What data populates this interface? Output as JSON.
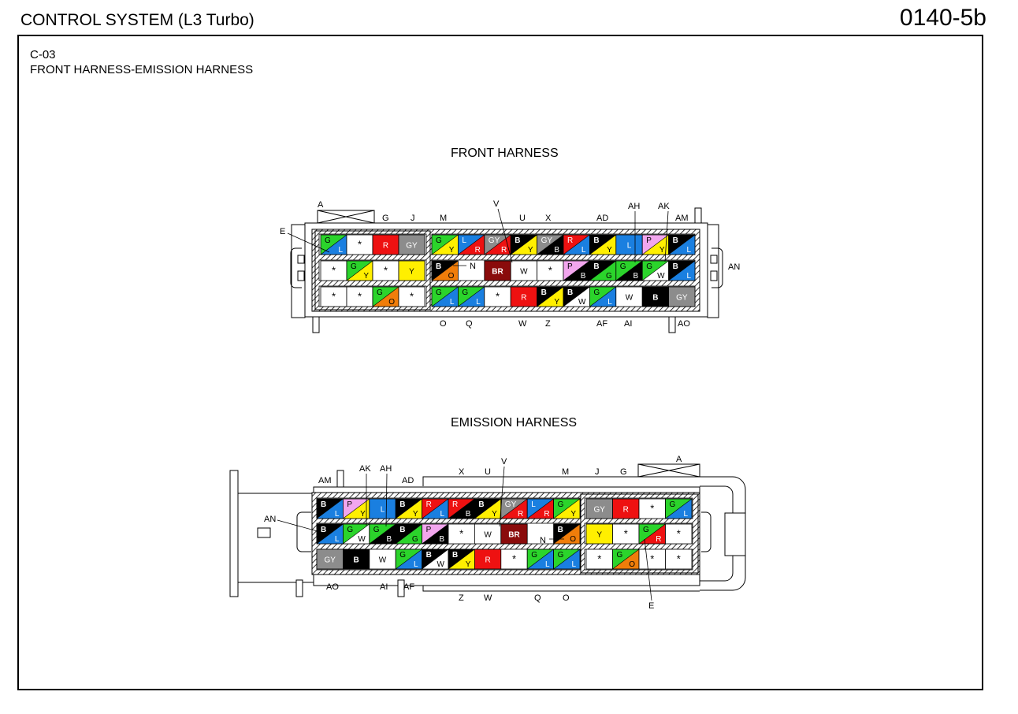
{
  "header": {
    "title": "CONTROL SYSTEM (L3 Turbo)",
    "code": "0140-5b"
  },
  "connector": {
    "id": "C-03",
    "name": "FRONT HARNESS-EMISSION HARNESS"
  },
  "colors": {
    "G": "#2bd42b",
    "L": "#1a7fe0",
    "R": "#ee1111",
    "GY": "#8c8c8c",
    "Y": "#ffef00",
    "B": "#000000",
    "O": "#f07d0a",
    "P": "#f2a6ee",
    "W": "#ffffff",
    "BR": "#8a0b0b",
    "*": "#ffffff"
  },
  "front": {
    "title": "FRONT HARNESS",
    "top_labels": [
      "A",
      "G",
      "J",
      "M",
      "V",
      "U",
      "X",
      "AD",
      "AH",
      "AK",
      "AM"
    ],
    "left_labels": [
      "E"
    ],
    "mid_labels": [
      "N"
    ],
    "right_labels": [
      "AN"
    ],
    "bottom_labels": [
      "O",
      "Q",
      "W",
      "Z",
      "AF",
      "AI",
      "AO"
    ],
    "left_block": [
      [
        "G/L",
        "*",
        "R",
        "GY"
      ],
      [
        "*",
        "G/Y",
        "*",
        "Y"
      ],
      [
        "*",
        "*",
        "G/O",
        "*"
      ]
    ],
    "main_block": [
      [
        "G/Y",
        "L/R",
        "GY/R",
        "B/Y",
        "GY/B",
        "R/L",
        "B/Y",
        "L",
        "P/Y",
        "B/L"
      ],
      [
        "B/O",
        "",
        "BR",
        "W",
        "*",
        "P/B",
        "B/G",
        "G/B",
        "G/W",
        "B/L"
      ],
      [
        "G/L",
        "G/L",
        "*",
        "R",
        "B/Y",
        "B/W",
        "G/L",
        "W",
        "B",
        "GY"
      ]
    ]
  },
  "emission": {
    "title": "EMISSION HARNESS",
    "top_labels": [
      "AM",
      "AK",
      "AH",
      "AD",
      "X",
      "U",
      "V",
      "M",
      "J",
      "G",
      "A"
    ],
    "left_labels": [
      "AN"
    ],
    "mid_labels": [
      "N"
    ],
    "bottom_labels": [
      "AO",
      "AI",
      "AF",
      "Z",
      "W",
      "Q",
      "O",
      "E"
    ],
    "main_block": [
      [
        "B/L",
        "P/Y",
        "L",
        "B/Y",
        "R/L",
        "R/B",
        "B/Y",
        "GY/R",
        "L/R",
        "G/Y"
      ],
      [
        "B/L",
        "G/W",
        "G/B",
        "B/G",
        "P/B",
        "*",
        "W",
        "BR",
        "",
        "B/O"
      ],
      [
        "GY",
        "B",
        "W",
        "G/L",
        "B/W",
        "B/Y",
        "R",
        "*",
        "G/L",
        "G/L"
      ]
    ],
    "right_block": [
      [
        "GY",
        "R",
        "*",
        "G/L"
      ],
      [
        "Y",
        "*",
        "G/R",
        "*"
      ],
      [
        "*",
        "G/O",
        "*",
        "*"
      ]
    ]
  }
}
